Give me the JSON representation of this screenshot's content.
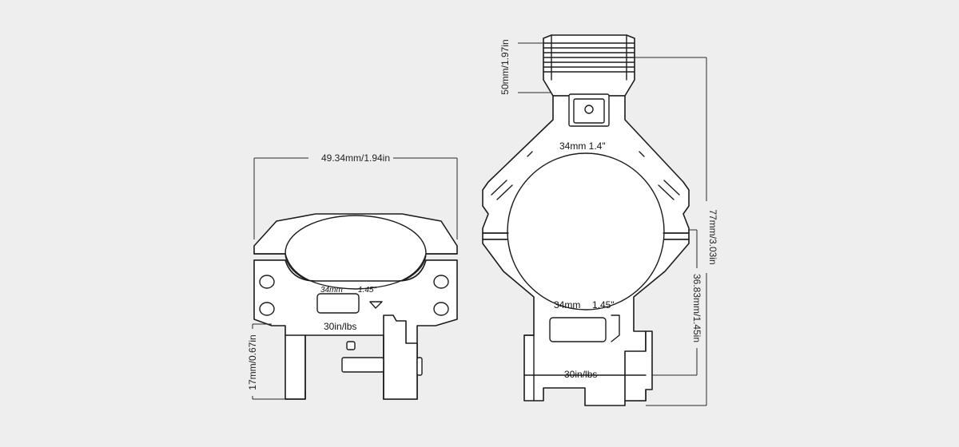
{
  "dimensions": {
    "short_width": "49.34mm/1.94in",
    "short_height": "17mm/0.67in",
    "tall_top_height": "50mm/1.97in",
    "tall_total_height": "77mm/3.03in",
    "tall_center_height": "36.83mm/1.45in"
  },
  "labels": {
    "short_tube": "34mm",
    "short_tube_in": "1.45\"",
    "short_torque": "30in/lbs",
    "tall_tube_top": "34mm 1.4\"",
    "tall_tube": "34mm",
    "tall_tube_in": "1.45\"",
    "tall_torque": "30in/lbs"
  },
  "colors": {
    "background": "#eeeeee",
    "line": "#1c1c1c"
  }
}
